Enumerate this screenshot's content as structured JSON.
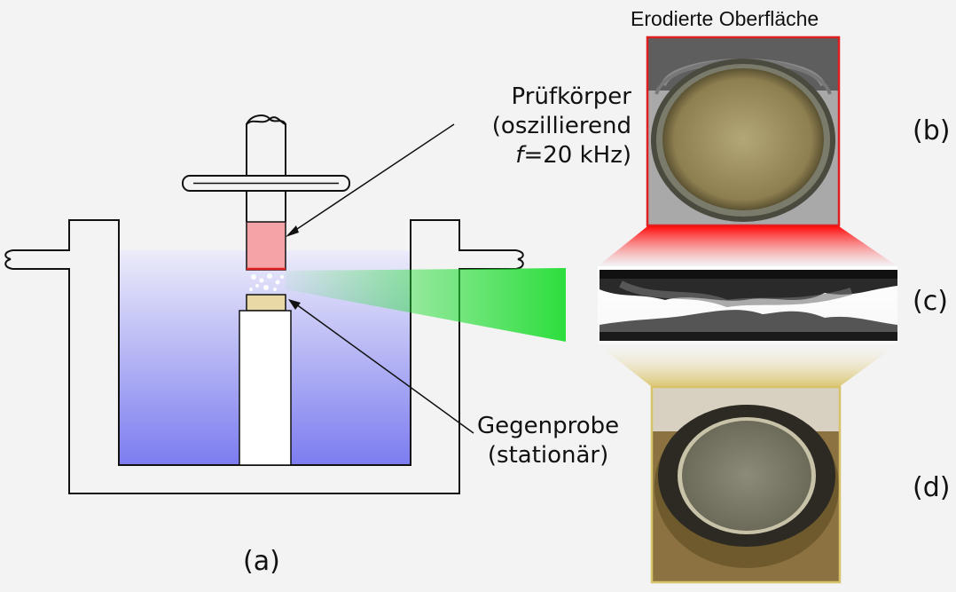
{
  "labels": {
    "a": "(a)",
    "b": "(b)",
    "c": "(c)",
    "d": "(d)"
  },
  "top_caption": "Erodierte Oberfläche",
  "specimen": {
    "line1": "Prüfkörper",
    "line2": "(oszillierend",
    "freq_italic": "f",
    "freq_rest": "=20 kHz)"
  },
  "counter": {
    "line1": "Gegenprobe",
    "line2": "(stationär)"
  },
  "colors": {
    "liquid_top": "#e9e9f8",
    "liquid_bottom": "#7f7ff2",
    "specimen": "#f4a3a6",
    "specimen_frame": "#e02020",
    "counter_sample": "#e8d9a6",
    "counter_frame": "#d9c36a",
    "camera_beam": "#22dd33"
  }
}
